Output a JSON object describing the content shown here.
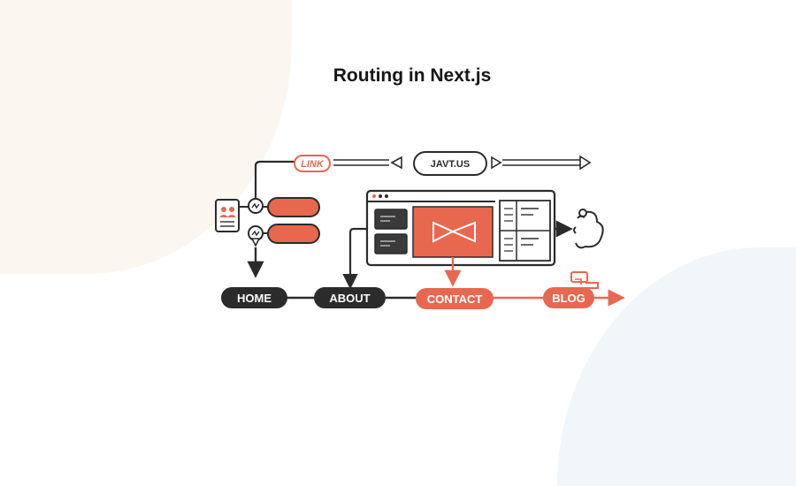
{
  "title": "Routing in Next.js",
  "labels": {
    "link": "LINK",
    "url": "JAVT.US",
    "home": "HOME",
    "about": "ABOUT",
    "contact": "CONTACT",
    "blog": "BLOG"
  },
  "colors": {
    "accent": "#e8684f",
    "dark": "#2b2b2b",
    "background": "#ffffff"
  },
  "icons": [
    "profile-card-icon",
    "clock-icon",
    "location-pin-icon",
    "expand-icon",
    "person-cloud-icon",
    "hand-pointer-icon"
  ]
}
